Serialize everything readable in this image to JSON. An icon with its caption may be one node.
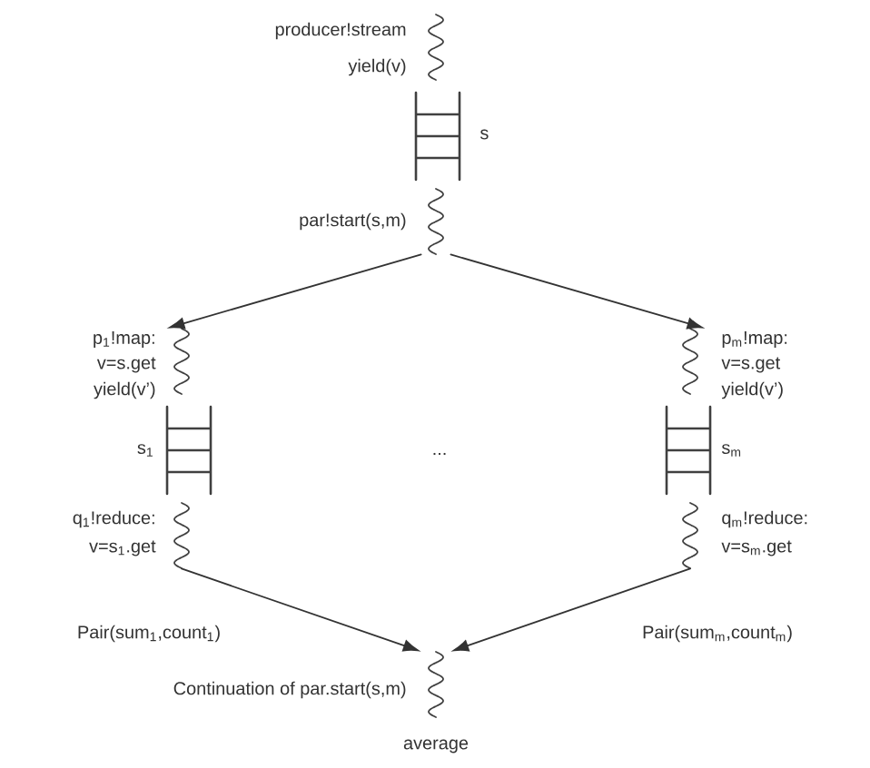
{
  "diagram": {
    "nodes": [
      {
        "text": [],
        "shape": "squiggle",
        "beside": [
          "producer!stream",
          "yield(v)"
        ]
      },
      {
        "text": [],
        "shape": "ladder",
        "beside": [
          "s"
        ]
      },
      {
        "text": [],
        "shape": "squiggle",
        "beside": [
          "par!start(s,m)"
        ]
      },
      {
        "text": [],
        "shape": "squiggle",
        "beside": [
          "p$_{1}$!map:",
          "v=s.get",
          "yield(v’)"
        ]
      },
      {
        "text": [],
        "shape": "ladder",
        "beside": [
          "s$_{1}$"
        ]
      },
      {
        "text": [],
        "shape": "squiggle",
        "beside": [
          "q$_{1}$!reduce:",
          "v=s$_{1}$.get"
        ]
      },
      {
        "text": [],
        "shape": "squiggle",
        "beside": [
          "p$_{m}$!map:",
          "v=s.get",
          "yield(v’)"
        ]
      },
      {
        "text": [],
        "shape": "ladder",
        "beside": [
          "s$_{m}$"
        ]
      },
      {
        "text": [],
        "shape": "squiggle",
        "beside": [
          "q$_{m}$!reduce:",
          "v=s$_{m}$.get"
        ]
      },
      {
        "text": [],
        "shape": "squiggle",
        "beside": [
          "Continuation of par.start(s,m)",
          "average"
        ]
      }
    ],
    "edges": [
      {
        "from": 2,
        "to": 3,
        "arrow": "to"
      },
      {
        "from": 2,
        "to": 6,
        "arrow": "to"
      },
      {
        "from": 5,
        "to": 9,
        "arrow": "to",
        "label": "Pair(sum$_{1}$,count$_{1}$)"
      },
      {
        "from": 8,
        "to": 9,
        "arrow": "to",
        "label": "Pair(sum$_{m}$,count$_{m}$)"
      }
    ],
    "labels": [
      "..."
    ]
  }
}
